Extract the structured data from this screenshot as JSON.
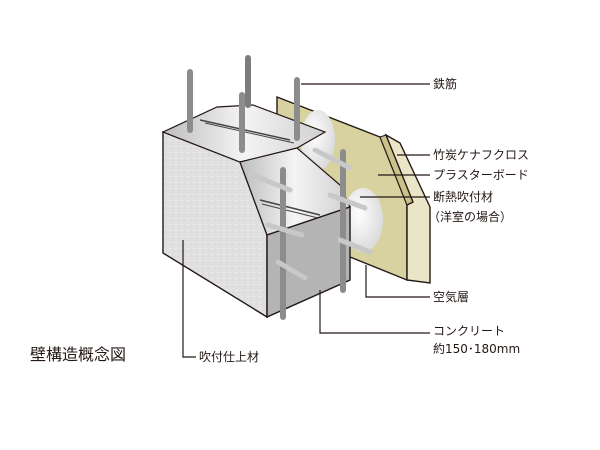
{
  "title": "壁構造概念図",
  "labels": {
    "rebar": "鉄筋",
    "bamboo_cloth": "竹炭ケナフクロス",
    "plasterboard": "プラスターボード",
    "insulation": "断熱吹付材",
    "insulation_note": "（洋室の場合）",
    "air_layer": "空気層",
    "spray_finish": "吹付仕上材",
    "concrete": "コンクリート",
    "concrete_thickness": "約150･180mm"
  },
  "colors": {
    "text": "#231815",
    "leader_line": "#231815",
    "plasterboard": "#d8d2a0",
    "cloth": "#ebe5c8",
    "concrete_front": "#b4b4b4",
    "concrete_side": "#e2e2e2",
    "rebar": "#8c8c8c"
  }
}
